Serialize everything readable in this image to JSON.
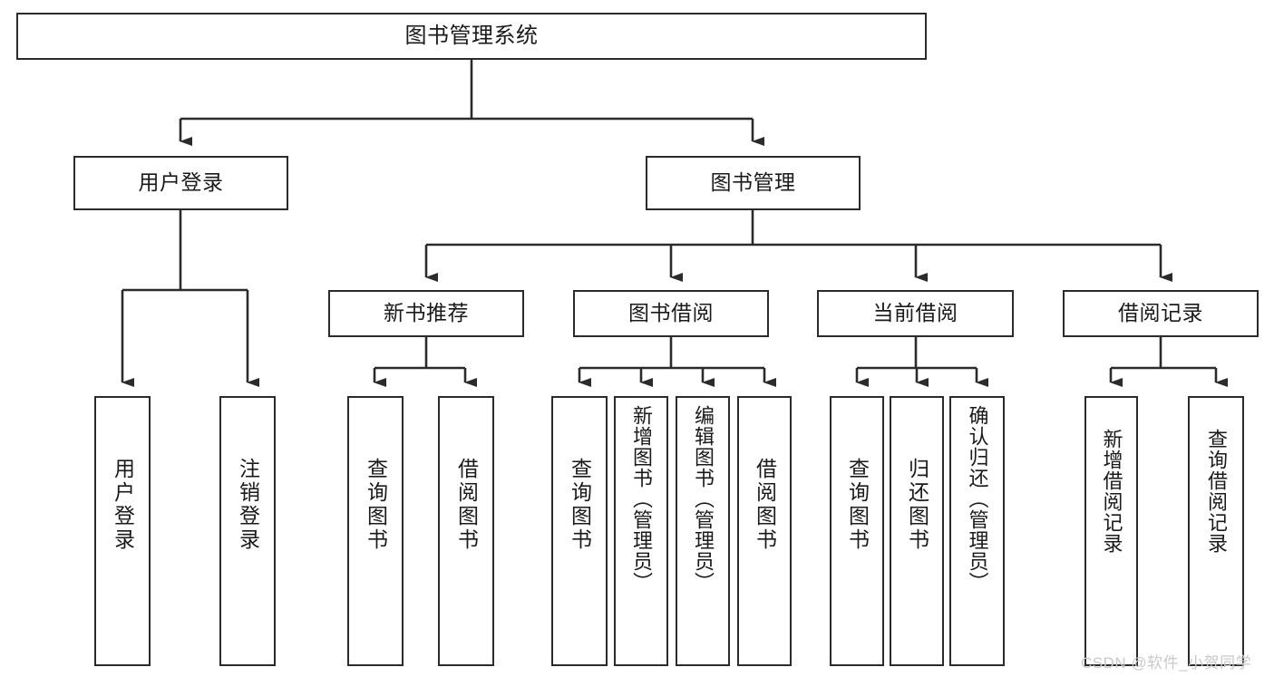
{
  "diagram": {
    "title": "图书管理系统",
    "type": "hierarchy-tree",
    "colors": {
      "box_border": "#2b2b2b",
      "box_fill": "#ffffff",
      "connector": "#2b2b2b",
      "text": "#1a1a1a",
      "watermark": "#c9c9c9",
      "background": "#ffffff"
    },
    "levels": [
      {
        "level": 1,
        "nodes": [
          {
            "id": "root",
            "label": "图书管理系统",
            "orientation": "horizontal"
          }
        ]
      },
      {
        "level": 2,
        "nodes": [
          {
            "id": "user-login",
            "label": "用户登录",
            "orientation": "horizontal",
            "parent": "root"
          },
          {
            "id": "book-manage",
            "label": "图书管理",
            "orientation": "horizontal",
            "parent": "root"
          }
        ]
      },
      {
        "level": 3,
        "nodes": [
          {
            "id": "new-book-recommend",
            "label": "新书推荐",
            "orientation": "horizontal",
            "parent": "book-manage"
          },
          {
            "id": "book-borrow",
            "label": "图书借阅",
            "orientation": "horizontal",
            "parent": "book-manage"
          },
          {
            "id": "current-borrow",
            "label": "当前借阅",
            "orientation": "horizontal",
            "parent": "book-manage"
          },
          {
            "id": "borrow-record",
            "label": "借阅记录",
            "orientation": "horizontal",
            "parent": "book-manage"
          }
        ]
      },
      {
        "level": 4,
        "nodes": [
          {
            "id": "leaf-user-login",
            "label": "用户登录",
            "orientation": "vertical",
            "parent": "user-login"
          },
          {
            "id": "leaf-logout-login",
            "label": "注销登录",
            "orientation": "vertical",
            "parent": "user-login"
          },
          {
            "id": "leaf-query-book-1",
            "label": "查询图书",
            "orientation": "vertical",
            "parent": "new-book-recommend"
          },
          {
            "id": "leaf-borrow-book-1",
            "label": "借阅图书",
            "orientation": "vertical",
            "parent": "new-book-recommend"
          },
          {
            "id": "leaf-query-book-2",
            "label": "查询图书",
            "orientation": "vertical",
            "parent": "book-borrow"
          },
          {
            "id": "leaf-add-book",
            "label": "新增图书（管理员）",
            "orientation": "vertical",
            "parent": "book-borrow"
          },
          {
            "id": "leaf-edit-book",
            "label": "编辑图书（管理员）",
            "orientation": "vertical",
            "parent": "book-borrow"
          },
          {
            "id": "leaf-borrow-book-2",
            "label": "借阅图书",
            "orientation": "vertical",
            "parent": "book-borrow"
          },
          {
            "id": "leaf-query-book-3",
            "label": "查询图书",
            "orientation": "vertical",
            "parent": "current-borrow"
          },
          {
            "id": "leaf-return-book",
            "label": "归还图书",
            "orientation": "vertical",
            "parent": "current-borrow"
          },
          {
            "id": "leaf-confirm-return",
            "label": "确认归还（管理员）",
            "orientation": "vertical",
            "parent": "current-borrow"
          },
          {
            "id": "leaf-add-record",
            "label": "新增借阅记录",
            "orientation": "vertical",
            "parent": "borrow-record"
          },
          {
            "id": "leaf-query-record",
            "label": "查询借阅记录",
            "orientation": "vertical",
            "parent": "borrow-record"
          }
        ]
      }
    ]
  },
  "watermark": {
    "text": "CSDN @软件_小贺同学"
  }
}
